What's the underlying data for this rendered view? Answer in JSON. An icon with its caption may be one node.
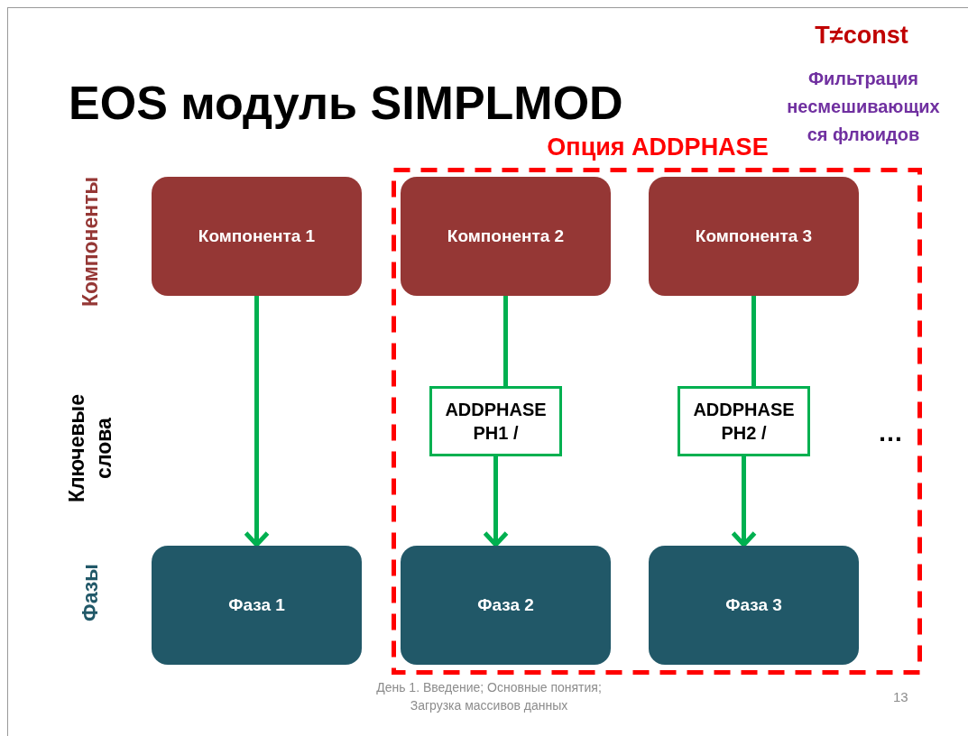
{
  "diagram": {
    "title": "EOS модуль SIMPLMOD",
    "nodes": [
      {
        "text": [
          "Компонента 1"
        ]
      },
      {
        "text": [
          "Опция ADDPHASE"
        ]
      },
      {
        "text": [
          "Компонента 2"
        ],
        "in": 1
      },
      {
        "text": [
          "Компонента 3"
        ],
        "in": 1
      },
      {
        "text": [
          "ADDPHASE PH1 /"
        ],
        "in": 1
      },
      {
        "text": [
          "ADDPHASE PH2 /"
        ],
        "in": 1
      },
      {
        "text": [
          "Фаза 1"
        ]
      },
      {
        "text": [
          "Фаза 2"
        ],
        "in": 1
      },
      {
        "text": [
          "Фаза 3"
        ],
        "in": 1
      }
    ],
    "edges": [
      {
        "from": 0,
        "to": 6,
        "arrow": "to"
      },
      {
        "from": 2,
        "to": 4,
        "arrow": "none"
      },
      {
        "from": 4,
        "to": 7,
        "arrow": "to"
      },
      {
        "from": 3,
        "to": 5,
        "arrow": "none"
      },
      {
        "from": 5,
        "to": 8,
        "arrow": "to"
      }
    ],
    "labels": [
      "T≠const",
      "Фильтрация несмешивающих ся флюидов",
      "Компоненты",
      "Ключевые слова",
      "Фазы",
      "…",
      "День 1. Введение; Основные понятия; Загрузка массивов данных",
      "13"
    ]
  }
}
